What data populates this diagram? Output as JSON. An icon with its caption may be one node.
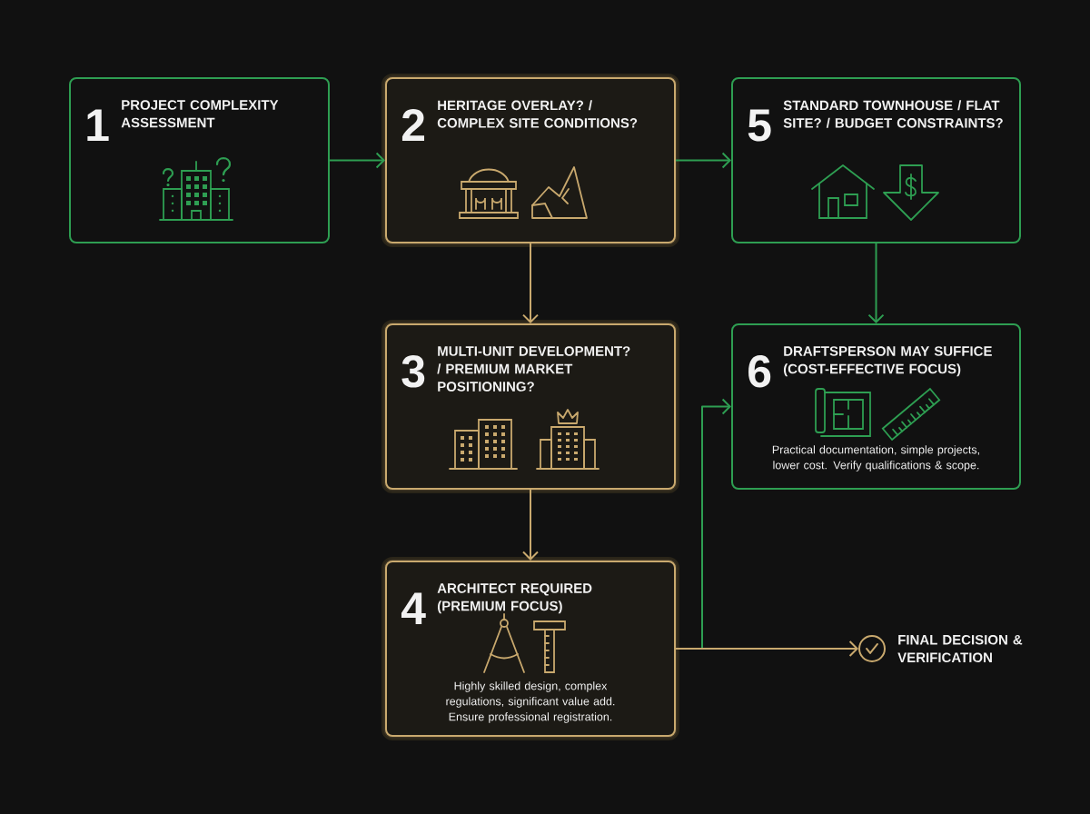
{
  "diagram": {
    "nodes": [
      {
        "text": [
          "1",
          "PROJECT COMPLEXITY ASSESSMENT"
        ]
      },
      {
        "text": [
          "2",
          "HERITAGE OVERLAY? / COMPLEX SITE CONDITIONS?"
        ]
      },
      {
        "text": [
          "5",
          "STANDARD TOWNHOUSE / FLAT SITE? / BUDGET CONSTRAINTS?"
        ]
      },
      {
        "text": [
          "3",
          "MULTI-UNIT DEVELOPMENT? / PREMIUM MARKET POSITIONING?"
        ]
      },
      {
        "text": [
          "6",
          "DRAFTSPERSON MAY SUFFICE (COST-EFFECTIVE FOCUS)",
          "Practical documentation, simple projects, lower cost. Verify qualifications & scope."
        ]
      },
      {
        "text": [
          "4",
          "ARCHITECT REQUIRED (PREMIUM FOCUS)",
          "Highly skilled design, complex regulations, significant value add. Ensure professional registration."
        ]
      },
      {
        "text": [],
        "shape": "circle",
        "beside": [
          "FINAL DECISION & VERIFICATION"
        ]
      }
    ],
    "edges": [
      {
        "from": 0,
        "to": 1,
        "arrow": "to"
      },
      {
        "from": 1,
        "to": 2,
        "arrow": "to"
      },
      {
        "from": 1,
        "to": 3,
        "arrow": "to",
        "color": "#c9a96e"
      },
      {
        "from": 2,
        "to": 4,
        "arrow": "to"
      },
      {
        "from": 3,
        "to": 5,
        "arrow": "to",
        "color": "#c9a96e"
      },
      {
        "from": 5,
        "to": 4,
        "arrow": "to"
      },
      {
        "from": 5,
        "to": 6,
        "arrow": "to",
        "color": "#c9a96e"
      }
    ]
  }
}
